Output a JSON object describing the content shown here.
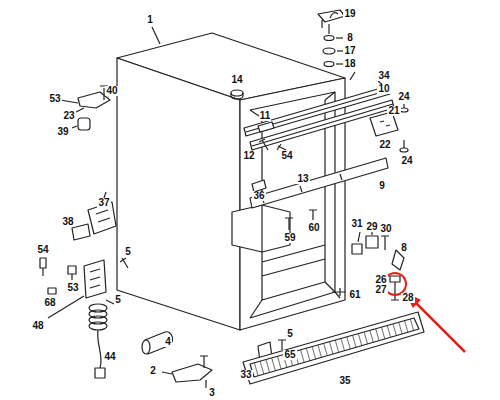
{
  "diagram": {
    "labels": [
      "1",
      "19",
      "8",
      "17",
      "18",
      "14",
      "34",
      "10",
      "40",
      "53",
      "23",
      "39",
      "24",
      "21",
      "11",
      "12",
      "54",
      "22",
      "24",
      "13",
      "9",
      "36",
      "37",
      "38",
      "59",
      "60",
      "31",
      "29",
      "30",
      "8",
      "54",
      "5",
      "53",
      "68",
      "48",
      "26",
      "27",
      "28",
      "61",
      "5",
      "4",
      "44",
      "65",
      "5",
      "33",
      "2",
      "3",
      "35"
    ]
  }
}
